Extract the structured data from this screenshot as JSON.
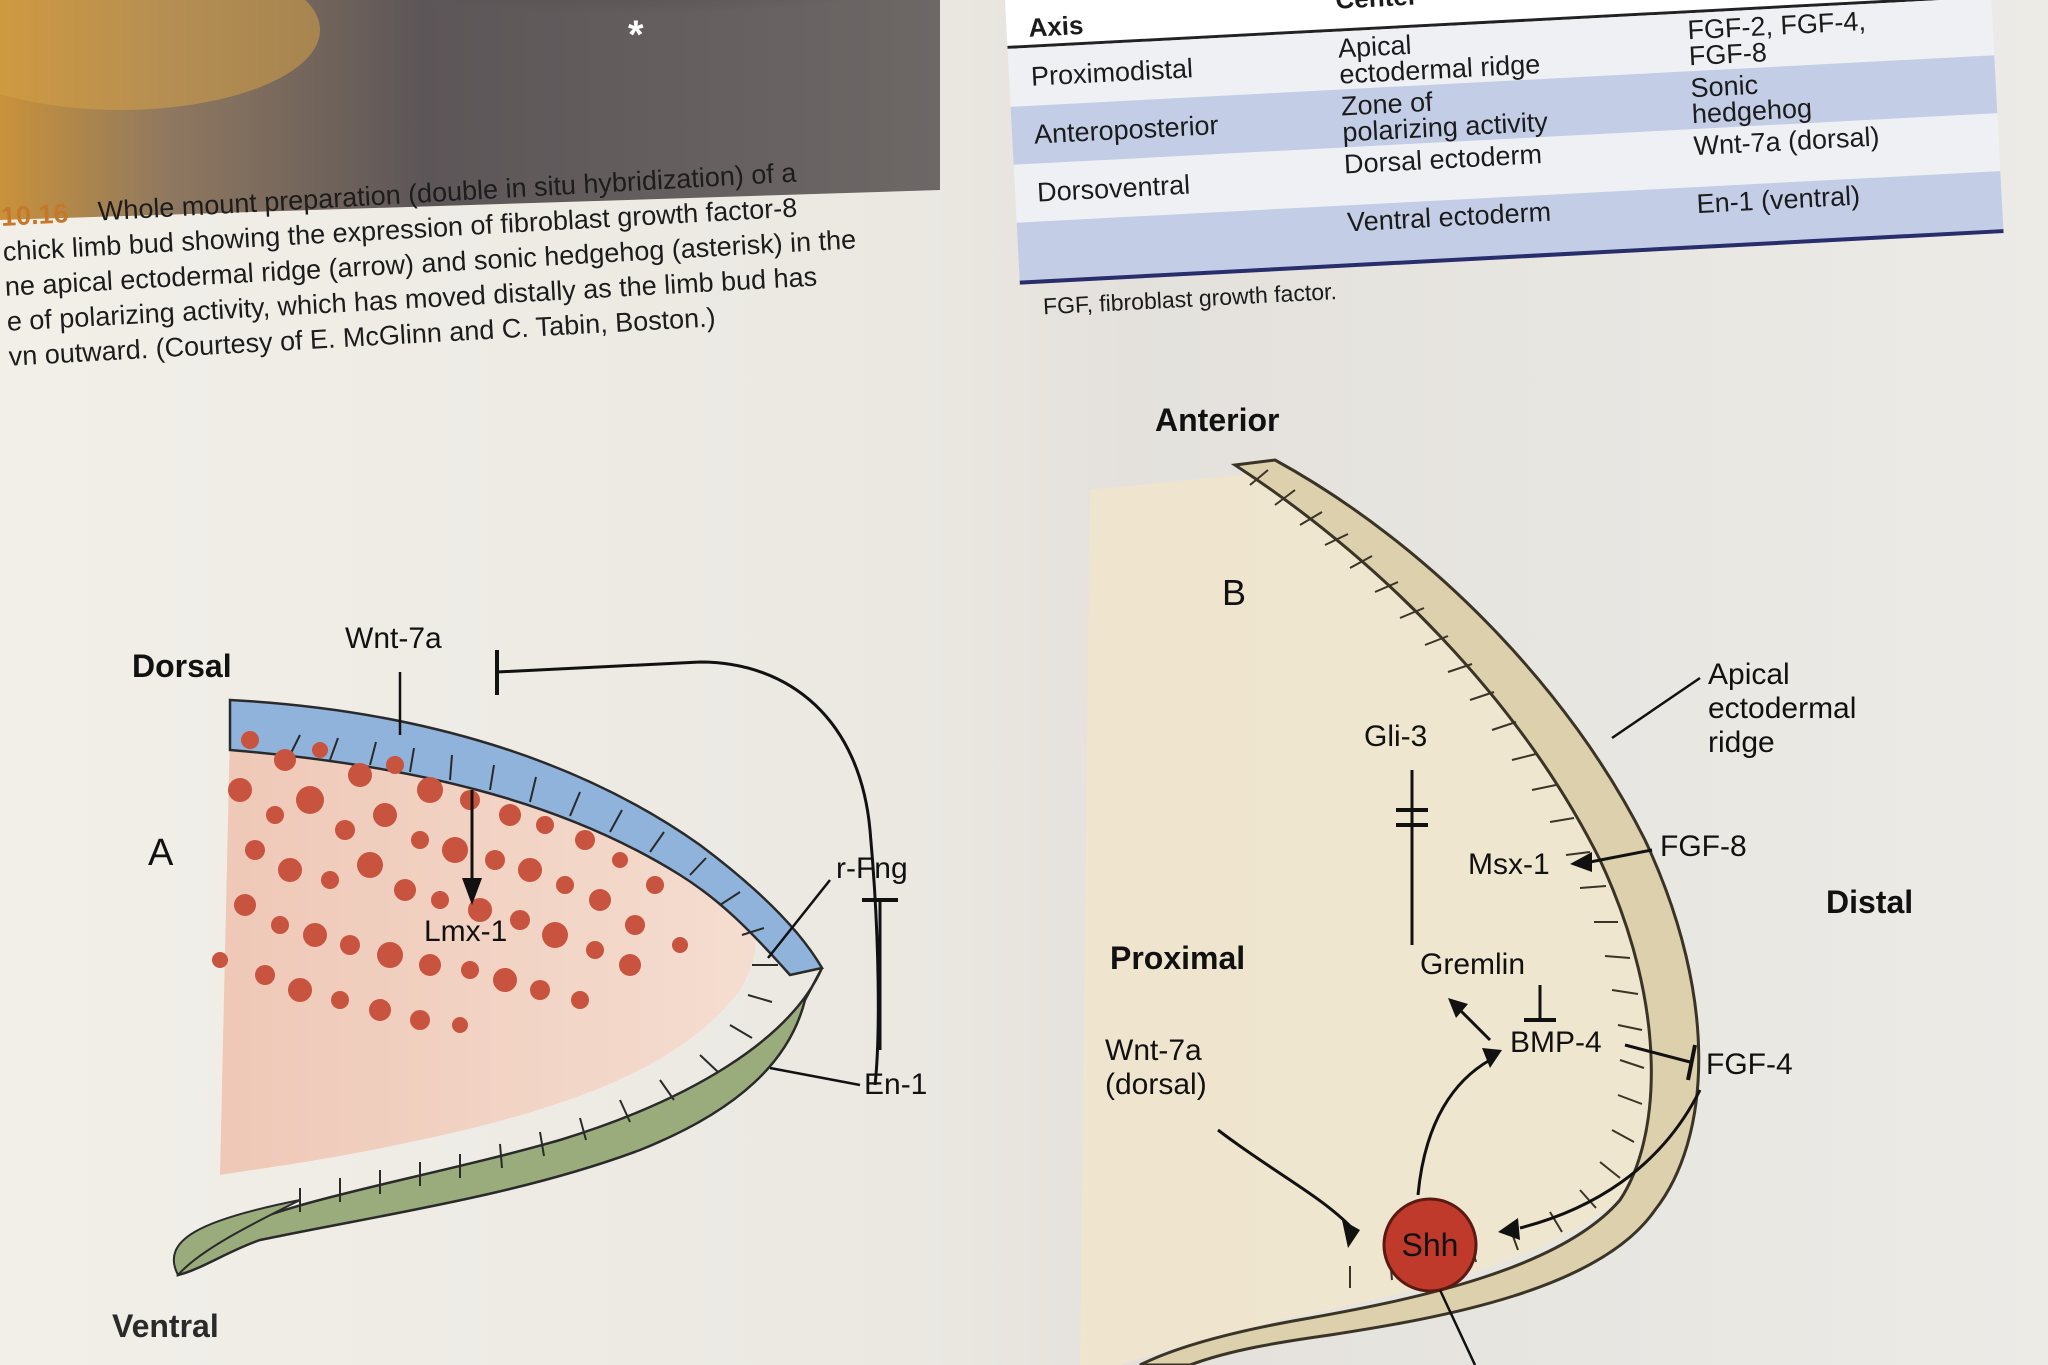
{
  "caption": {
    "fig_number": "10.16",
    "lines": [
      "Whole mount preparation (double in situ hybridization) of a",
      "chick limb bud showing the expression of fibroblast growth factor-8",
      "ne apical ectodermal ridge (arrow) and sonic hedgehog (asterisk) in the",
      "e of polarizing activity, which has moved distally as the limb bud has",
      "vn outward. (Courtesy of E. McGlinn and C. Tabin, Boston.)"
    ]
  },
  "photo": {
    "asterisk": "*"
  },
  "table": {
    "headers": [
      "Axis",
      "Center",
      ""
    ],
    "rows": [
      [
        "Proximodistal",
        "Apical\nectodermal ridge",
        "FGF-2, FGF-4,\nFGF-8"
      ],
      [
        "Anteroposterior",
        "Zone of\npolarizing activity",
        "Sonic\nhedgehog"
      ],
      [
        "Dorsoventral",
        "Dorsal ectoderm",
        "Wnt-7a (dorsal)"
      ],
      [
        "",
        "Ventral ectoderm",
        "En-1 (ventral)"
      ]
    ],
    "footnote": "FGF, fibroblast growth factor."
  },
  "diagram_a": {
    "panel": "A",
    "dorsal": "Dorsal",
    "ventral": "Ventral",
    "wnt7a": "Wnt-7a",
    "lmx1": "Lmx-1",
    "rfng": "r-Fng",
    "en1": "En-1",
    "colors": {
      "dorsal_ectoderm": "#8fb3db",
      "ventral_ectoderm": "#9aab7c",
      "mesoderm": "#f0c9b8",
      "dots": "#c8533e"
    }
  },
  "diagram_b": {
    "panel": "B",
    "anterior": "Anterior",
    "proximal": "Proximal",
    "distal": "Distal",
    "aer": "Apical\nectodermal\nridge",
    "gli3": "Gli-3",
    "msx1": "Msx-1",
    "fgf8": "FGF-8",
    "gremlin": "Gremlin",
    "bmp4": "BMP-4",
    "fgf4": "FGF-4",
    "wnt7a": "Wnt-7a\n(dorsal)",
    "shh": "Shh",
    "colors": {
      "limb": "#ddd0ad",
      "shh": "#c03a2c"
    }
  }
}
